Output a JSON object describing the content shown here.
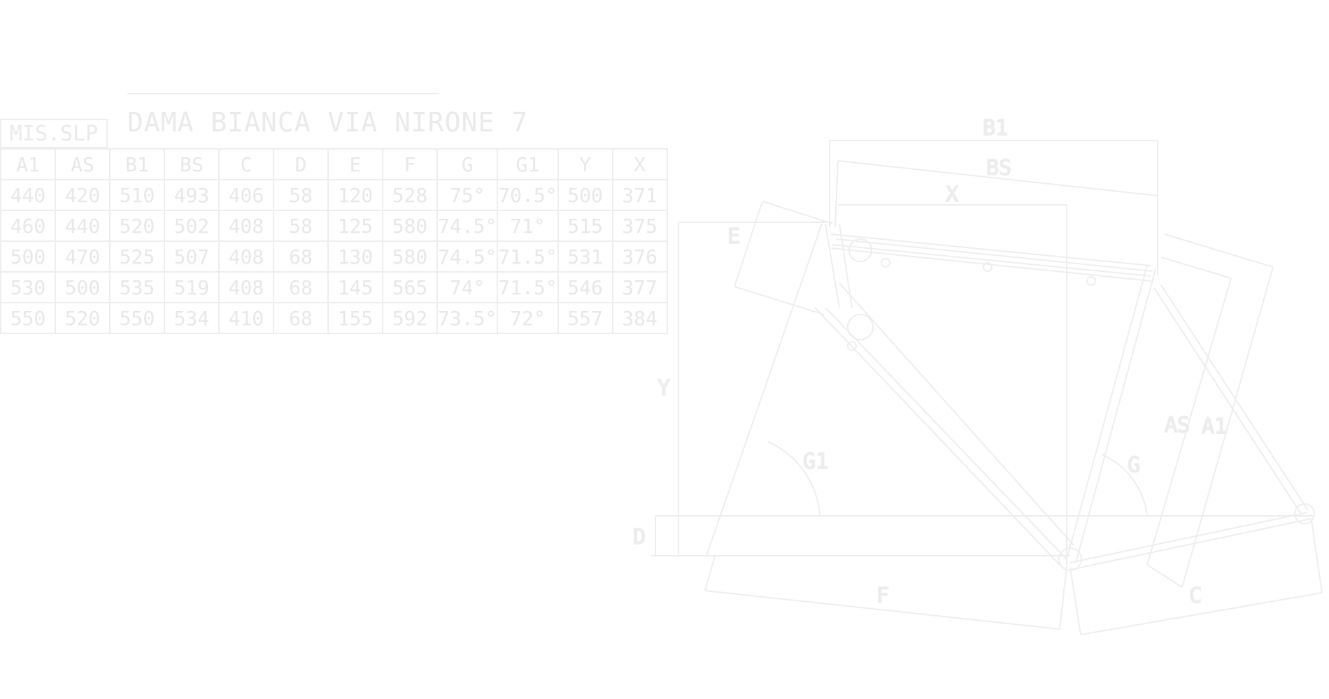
{
  "title": "DAMA BIANCA VIA NIRONE 7",
  "size_label": "MIS.SLP",
  "table": {
    "headers": [
      "A1",
      "AS",
      "B1",
      "BS",
      "C",
      "D",
      "E",
      "F",
      "G",
      "G1",
      "Y",
      "X"
    ],
    "rows": [
      [
        "440",
        "420",
        "510",
        "493",
        "406",
        "58",
        "120",
        "528",
        "75°",
        "70.5°",
        "500",
        "371"
      ],
      [
        "460",
        "440",
        "520",
        "502",
        "408",
        "58",
        "125",
        "580",
        "74.5°",
        "71°",
        "515",
        "375"
      ],
      [
        "500",
        "470",
        "525",
        "507",
        "408",
        "68",
        "130",
        "580",
        "74.5°",
        "71.5°",
        "531",
        "376"
      ],
      [
        "530",
        "500",
        "535",
        "519",
        "408",
        "68",
        "145",
        "565",
        "74°",
        "71.5°",
        "546",
        "377"
      ],
      [
        "550",
        "520",
        "550",
        "534",
        "410",
        "68",
        "155",
        "592",
        "73.5°",
        "72°",
        "557",
        "384"
      ]
    ]
  },
  "drawing_labels": {
    "b1": "B1",
    "bs": "BS",
    "x": "X",
    "y": "Y",
    "e": "E",
    "d": "D",
    "f": "F",
    "c": "C",
    "g1": "G1",
    "g": "G",
    "as": "AS",
    "a1": "A1"
  },
  "colors": {
    "line": "#eeeeee",
    "text": "#e8e8e8",
    "background": "#ffffff"
  }
}
